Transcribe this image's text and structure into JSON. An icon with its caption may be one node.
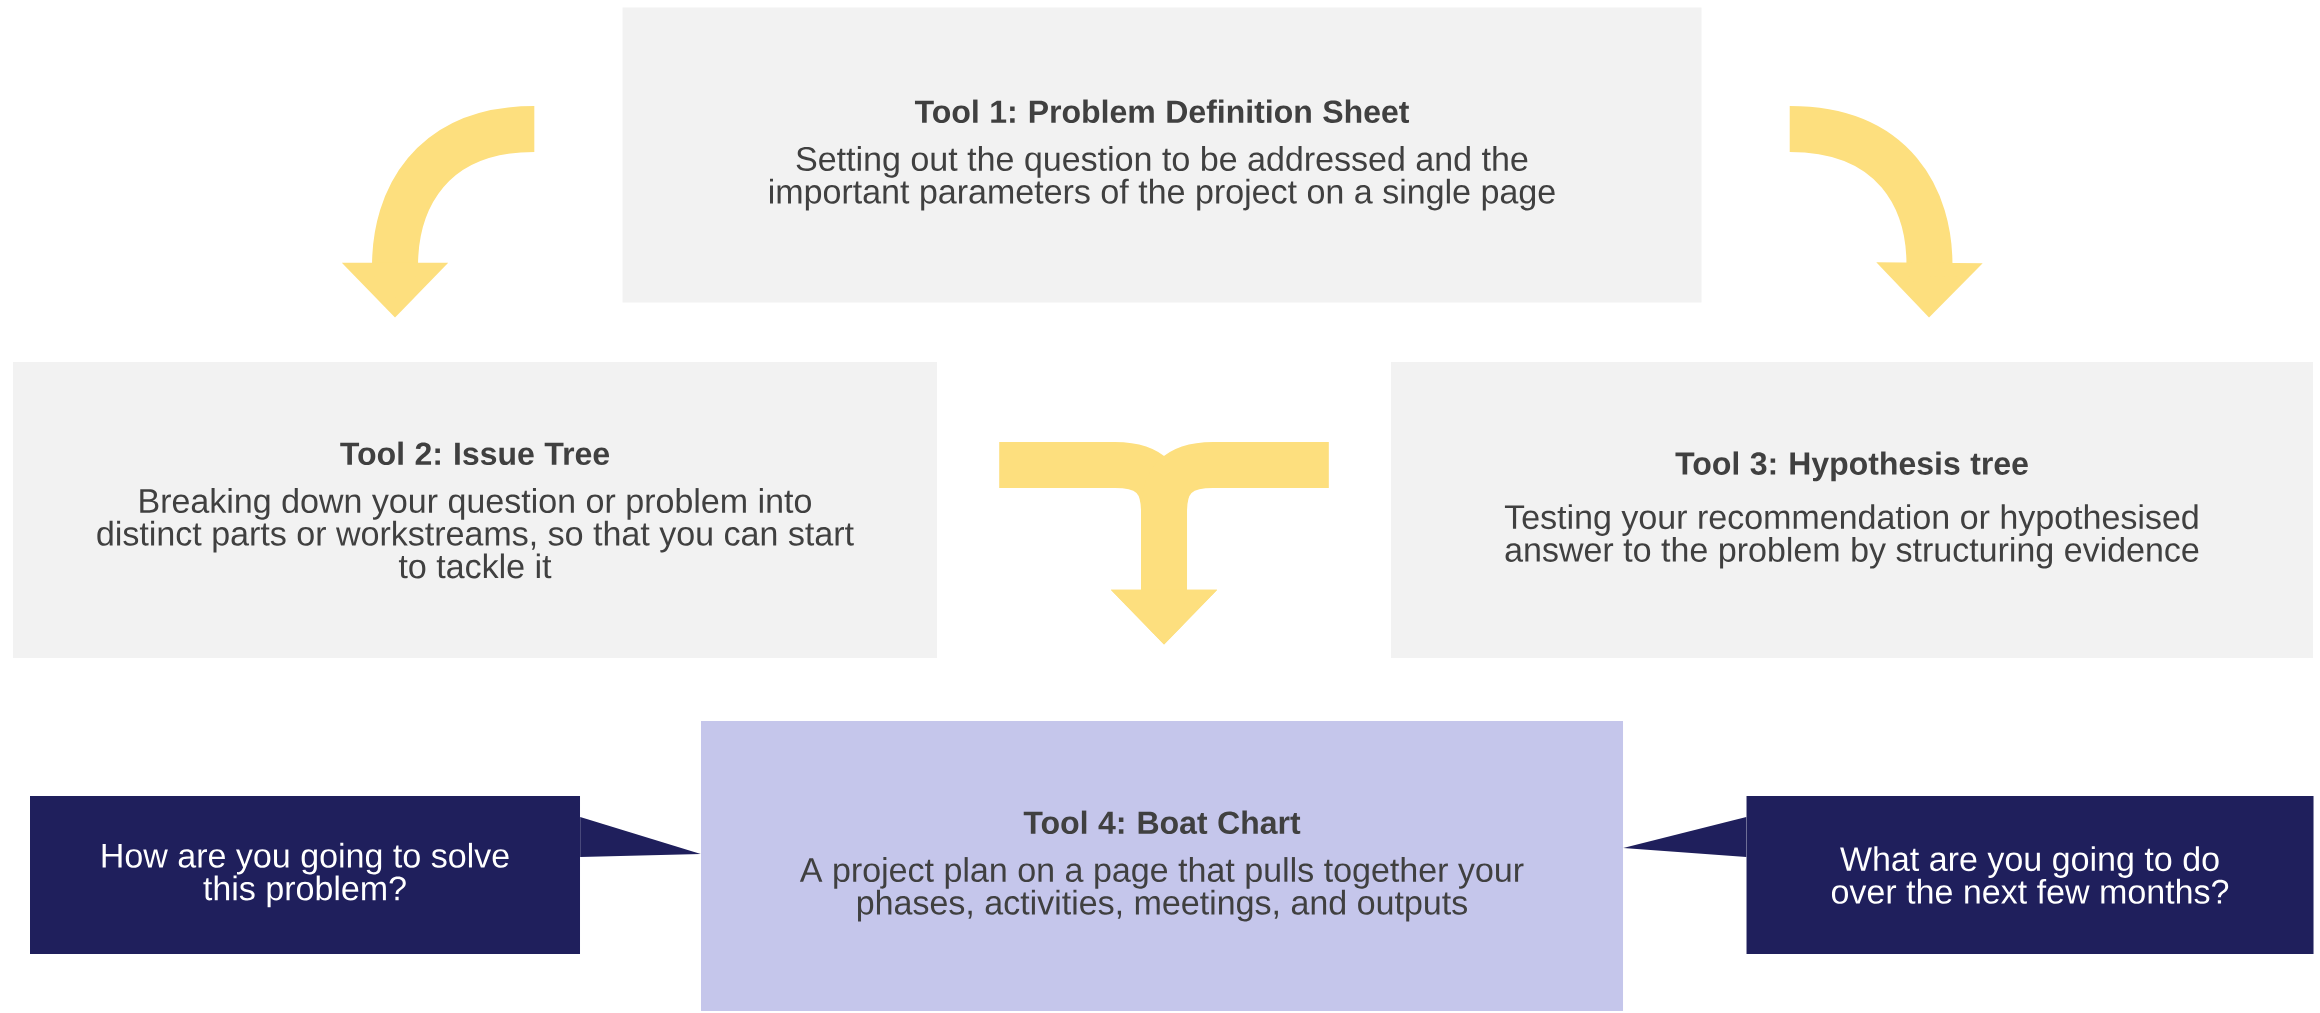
{
  "diagram": {
    "nodes": [
      {
        "text": [
          "Tool 1: Problem Definition Sheet",
          "Setting out the question to be addressed and the important parameters of the project on a single page"
        ]
      },
      {
        "text": [
          "Tool 2: Issue Tree",
          "Breaking down your question or problem into distinct parts or workstreams, so that you can start to tackle it"
        ]
      },
      {
        "text": [
          "Tool 3: Hypothesis tree",
          "Testing your recommendation or hypothesised answer to the problem by structuring evidence"
        ]
      },
      {
        "text": [
          "Tool 4: Boat Chart",
          "A project plan on a page that pulls together your phases, activities, meetings, and outputs"
        ]
      },
      {
        "text": [
          "How are you going to solve this problem?"
        ]
      },
      {
        "text": [
          "What are you going to do over the next few months?"
        ]
      }
    ],
    "edges": [
      {
        "from": 0,
        "to": 1,
        "arrow": "to"
      },
      {
        "from": 0,
        "to": 2,
        "arrow": "to"
      },
      {
        "from": 1,
        "to": 3,
        "arrow": "to"
      },
      {
        "from": 2,
        "to": 3,
        "arrow": "to"
      },
      {
        "from": 4,
        "to": 3,
        "arrow": "none",
        "color": "#1f1f5c"
      },
      {
        "from": 5,
        "to": 3,
        "arrow": "none",
        "color": "#1f1f5c"
      }
    ]
  }
}
